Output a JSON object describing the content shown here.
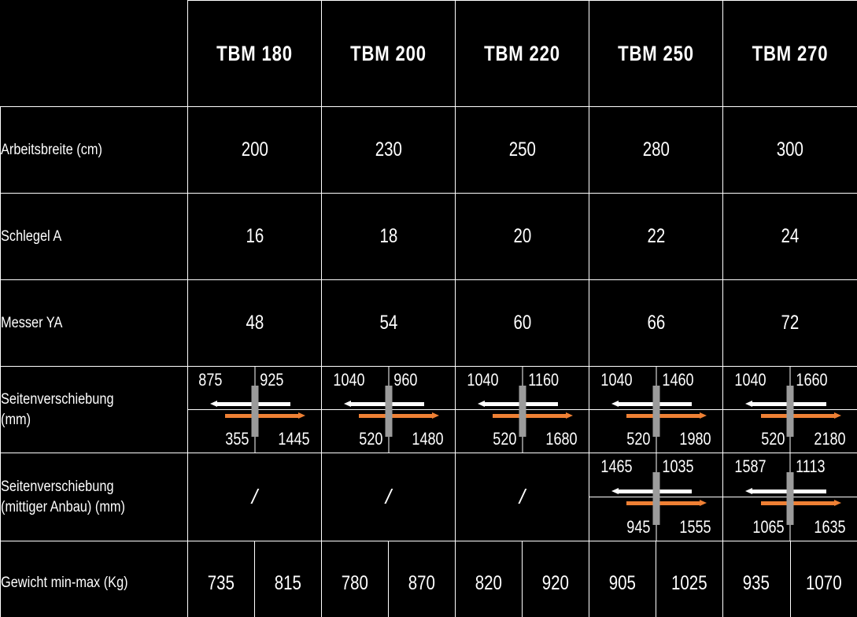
{
  "colors": {
    "accent": "#ef8034",
    "background": "#000000",
    "text": "#ffffff",
    "grid": "#ffffff",
    "machine_bar": "#9b9b9b"
  },
  "table": {
    "corner_label": "",
    "models": [
      "TBM 180",
      "TBM 200",
      "TBM 220",
      "TBM 250",
      "TBM 270"
    ],
    "rows": [
      {
        "id": "arbeitsbreite",
        "label_lines": [
          "Arbeitsbreite (cm)"
        ],
        "type": "value",
        "values": [
          "200",
          "230",
          "250",
          "280",
          "300"
        ]
      },
      {
        "id": "schlegel-a",
        "label_lines": [
          "Schlegel A"
        ],
        "type": "value",
        "values": [
          "16",
          "18",
          "20",
          "22",
          "24"
        ]
      },
      {
        "id": "messer-ya",
        "label_lines": [
          "Messer YA"
        ],
        "type": "value",
        "values": [
          "48",
          "54",
          "60",
          "66",
          "72"
        ]
      },
      {
        "id": "seitenverschiebung",
        "label_lines": [
          "Seitenverschiebung",
          "(mm)"
        ],
        "type": "shift",
        "cells": [
          {
            "top_left": "875",
            "top_right": "925",
            "bottom_left": "355",
            "bottom_right": "1445"
          },
          {
            "top_left": "1040",
            "top_right": "960",
            "bottom_left": "520",
            "bottom_right": "1480"
          },
          {
            "top_left": "1040",
            "top_right": "1160",
            "bottom_left": "520",
            "bottom_right": "1680"
          },
          {
            "top_left": "1040",
            "top_right": "1460",
            "bottom_left": "520",
            "bottom_right": "1980"
          },
          {
            "top_left": "1040",
            "top_right": "1660",
            "bottom_left": "520",
            "bottom_right": "2180"
          }
        ]
      },
      {
        "id": "seitenverschiebung-mittig",
        "label_lines": [
          "Seitenverschiebung",
          "(mittiger Anbau) (mm)"
        ],
        "type": "shift",
        "cells": [
          {
            "empty": true,
            "placeholder": "/"
          },
          {
            "empty": true,
            "placeholder": "/"
          },
          {
            "empty": true,
            "placeholder": "/"
          },
          {
            "top_left": "1465",
            "top_right": "1035",
            "bottom_left": "945",
            "bottom_right": "1555"
          },
          {
            "top_left": "1587",
            "top_right": "1113",
            "bottom_left": "1065",
            "bottom_right": "1635"
          }
        ]
      },
      {
        "id": "gewicht",
        "label_lines": [
          "Gewicht min-max (Kg)"
        ],
        "type": "minmax",
        "cells": [
          {
            "min": "735",
            "max": "815"
          },
          {
            "min": "780",
            "max": "870"
          },
          {
            "min": "820",
            "max": "920"
          },
          {
            "min": "905",
            "max": "1025"
          },
          {
            "min": "935",
            "max": "1070"
          }
        ]
      }
    ]
  }
}
